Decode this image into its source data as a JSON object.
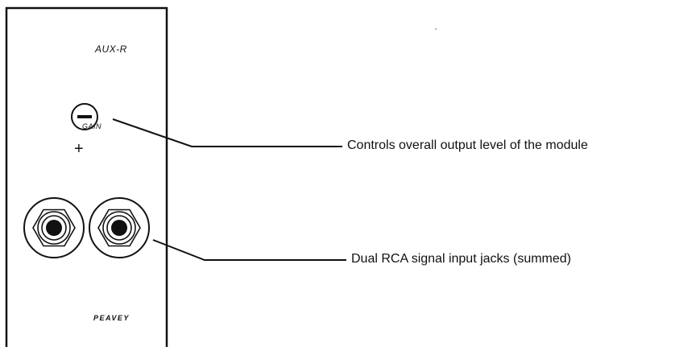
{
  "module": {
    "title": "AUX-R",
    "gain_label": "GAIN",
    "polarity_label": "+",
    "brand": "PEAVEY"
  },
  "callouts": [
    {
      "text": "Controls overall output level of the module"
    },
    {
      "text": "Dual RCA signal input jacks (summed)"
    }
  ],
  "colors": {
    "ink": "#111111",
    "background": "#ffffff"
  }
}
